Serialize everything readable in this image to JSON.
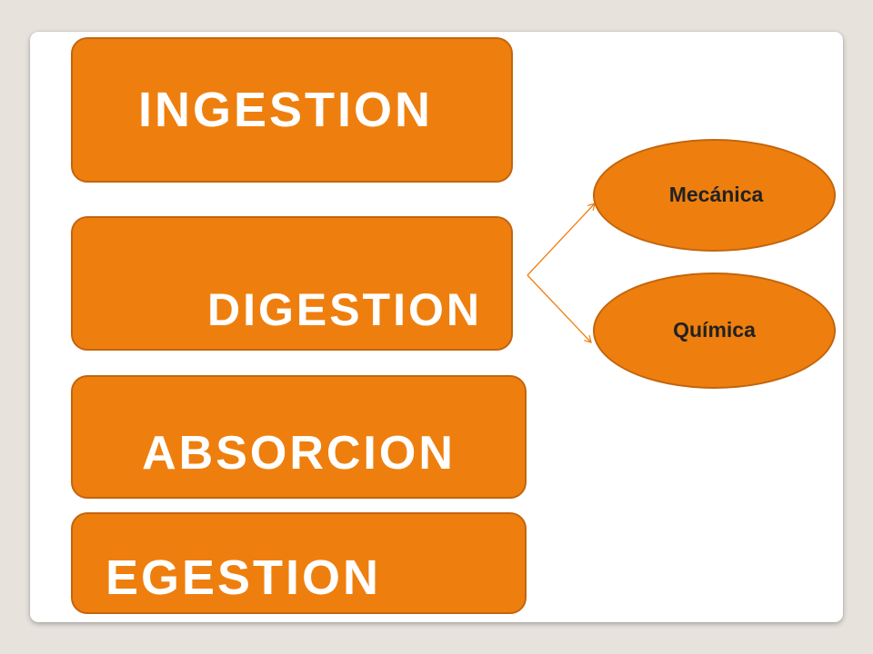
{
  "stages": [
    {
      "label": "INGESTION"
    },
    {
      "label": "DIGESTION"
    },
    {
      "label": "ABSORCION"
    },
    {
      "label": "EGESTION"
    }
  ],
  "digestion_types": [
    {
      "label": "Mecánica"
    },
    {
      "label": "Química"
    }
  ],
  "colors": {
    "box_fill": "#ee7f0e",
    "box_border": "#c2650d",
    "arrow": "#ee7f0e",
    "box_text": "#ffffff",
    "ellipse_text": "#222222"
  }
}
